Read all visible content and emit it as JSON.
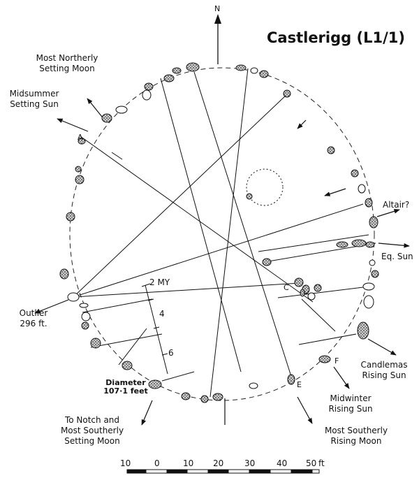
{
  "title": "Castlerigg (L1/1)",
  "north": "N",
  "labels": {
    "most_northerly_setting_moon": [
      "Most Northerly",
      "Setting Moon"
    ],
    "midsummer_setting_sun": [
      "Midsummer",
      "Setting Sun"
    ],
    "outlier": [
      "Outlier",
      "296 ft."
    ],
    "altair": "Altair?",
    "eq_sun": "Eq. Sun",
    "candlemas_rising_sun": [
      "Candlemas",
      "Rising Sun"
    ],
    "midwinter_rising_sun": [
      "Midwinter",
      "Rising Sun"
    ],
    "most_southerly_rising_moon": [
      "Most Southerly",
      "Rising Moon"
    ],
    "to_notch": [
      "To Notch and",
      "Most Southerly",
      "Setting Moon"
    ],
    "diameter": [
      "Diameter",
      "107·1 feet"
    ]
  },
  "markers": {
    "my_2": "2 MY",
    "my_4": "4",
    "my_6": "6",
    "point_a": "A",
    "point_c": "C",
    "point_e": "E",
    "point_f": "F"
  },
  "scale": {
    "ticks": [
      "10",
      "0",
      "10",
      "20",
      "30",
      "40",
      "50"
    ],
    "unit": "ft"
  },
  "colors": {
    "ink": "#111111",
    "stone_fill": "#8a8a8a"
  }
}
